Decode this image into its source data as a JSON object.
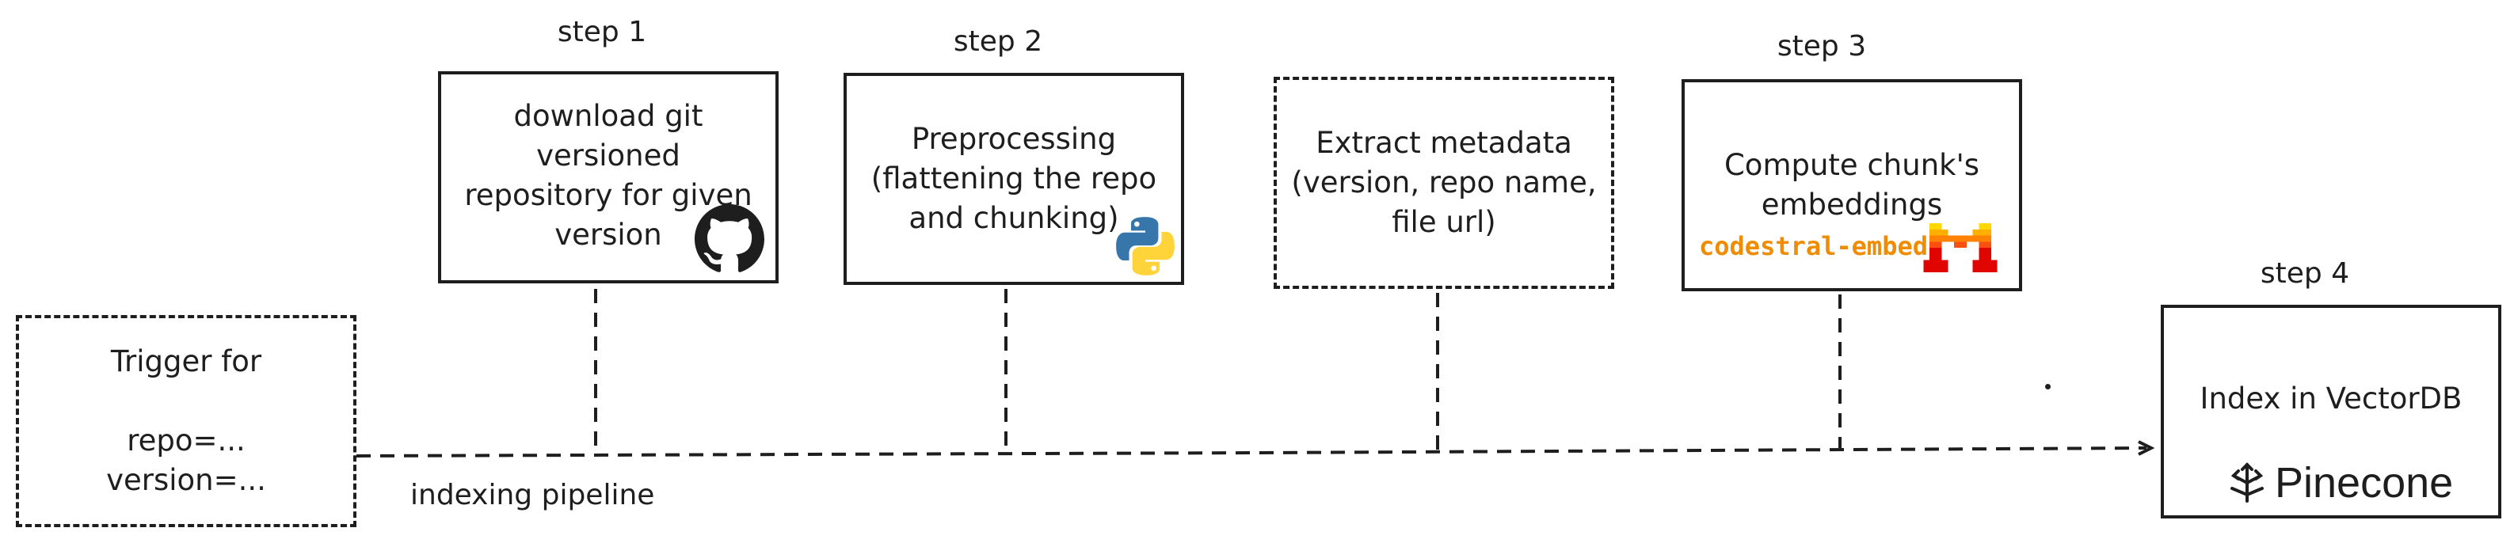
{
  "steps": {
    "step1": "step 1",
    "step2": "step 2",
    "step3": "step 3",
    "step4": "step 4"
  },
  "trigger": {
    "line1": "Trigger for",
    "line2": "repo=...",
    "line3": "version=..."
  },
  "download_box": {
    "text": "download git\nversioned\nrepository for given\nversion",
    "icon": "github-icon"
  },
  "preprocess_box": {
    "text": "Preprocessing\n(flattening the repo\nand chunking)",
    "icon": "python-icon"
  },
  "metadata_box": {
    "text": "Extract metadata\n(version, repo name,\nfile url)"
  },
  "embed_box": {
    "text": "Compute chunk's\nembeddings",
    "model": "codestral-embed",
    "icon": "mistral-icon"
  },
  "index_box": {
    "text": "Index in VectorDB",
    "brand": "Pinecone",
    "icon": "pinecone-icon"
  },
  "pipeline_label": "indexing pipeline",
  "colors": {
    "ink": "#1e1e1e",
    "accent": "#f08c00",
    "python_blue": "#3776ab",
    "python_yellow": "#ffd43b",
    "mistral_red": "#e10500",
    "mistral_orange": "#ff8205",
    "mistral_yellow": "#ffd800"
  }
}
